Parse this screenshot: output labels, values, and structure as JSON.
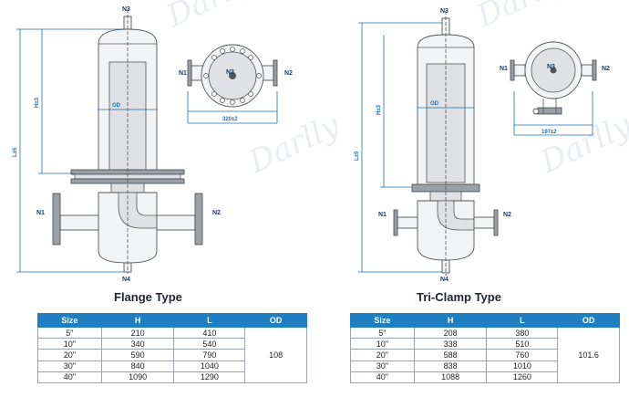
{
  "labels": {
    "n1": "N1",
    "n2": "N2",
    "n3": "N3",
    "n4": "N4",
    "od": "OD",
    "h3": "H±3",
    "l5": "L±5",
    "flange_dim": "320±2",
    "clamp_dim": "197±2"
  },
  "watermark": "Darlly",
  "flange": {
    "title": "Flange Type",
    "headers": [
      "Size",
      "H",
      "L",
      "OD"
    ],
    "od": "108",
    "rows": [
      {
        "size": "5\"",
        "h": "210",
        "l": "410"
      },
      {
        "size": "10\"",
        "h": "340",
        "l": "540"
      },
      {
        "size": "20\"",
        "h": "590",
        "l": "790"
      },
      {
        "size": "30\"",
        "h": "840",
        "l": "1040"
      },
      {
        "size": "40\"",
        "h": "1090",
        "l": "1290"
      }
    ]
  },
  "triclamp": {
    "title": "Tri-Clamp Type",
    "headers": [
      "Size",
      "H",
      "L",
      "OD"
    ],
    "od": "101.6",
    "rows": [
      {
        "size": "5\"",
        "h": "208",
        "l": "380"
      },
      {
        "size": "10\"",
        "h": "338",
        "l": "510"
      },
      {
        "size": "20\"",
        "h": "588",
        "l": "760"
      },
      {
        "size": "30\"",
        "h": "838",
        "l": "1010"
      },
      {
        "size": "40\"",
        "h": "1088",
        "l": "1260"
      }
    ]
  },
  "colors": {
    "header_bg": "#1f7fc0",
    "dimension": "#1a6fb0"
  }
}
